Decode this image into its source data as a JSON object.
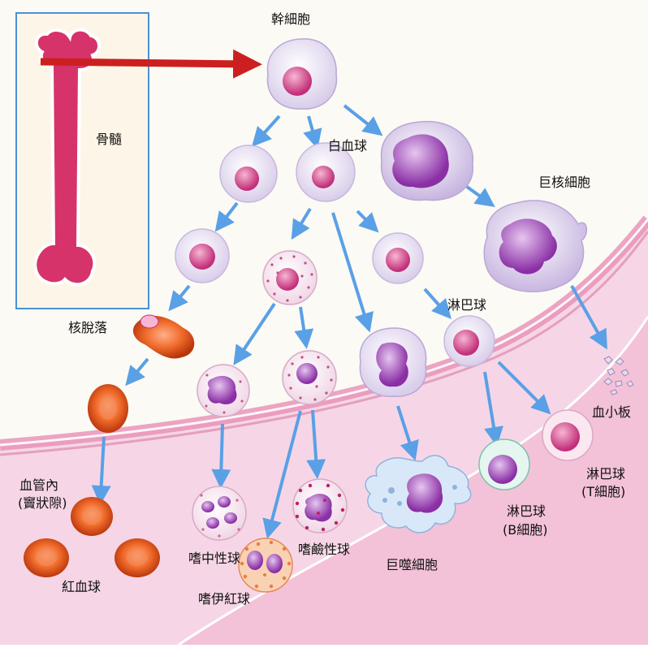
{
  "labels": {
    "bone_marrow": "骨髓",
    "stem_cell": "幹細胞",
    "white_blood_cell": "白血球",
    "megakaryocyte": "巨核細胞",
    "enucleation": "核脫落",
    "lymphocyte": "淋巴球",
    "platelet": "血小板",
    "vascular_line1": "血管內",
    "vascular_line2": "(竇狀隙)",
    "red_blood_cell": "紅血球",
    "neutrophil": "嗜中性球",
    "basophil": "嗜鹼性球",
    "eosinophil": "嗜伊紅球",
    "macrophage": "巨噬細胞",
    "b_lymph_line1": "淋巴球",
    "b_lymph_line2": "(B細胞)",
    "t_lymph_line1": "淋巴球",
    "t_lymph_line2": "(T細胞)"
  },
  "colors": {
    "bone": "#d6336a",
    "vessel_band": "#f6d6e6",
    "vessel_wall": "#e88fb5",
    "arrow_main": "#cc1f1f",
    "arrow_flow": "#5aa0e6",
    "red_cell": "#e8551e",
    "frame": "#4a90d9"
  }
}
